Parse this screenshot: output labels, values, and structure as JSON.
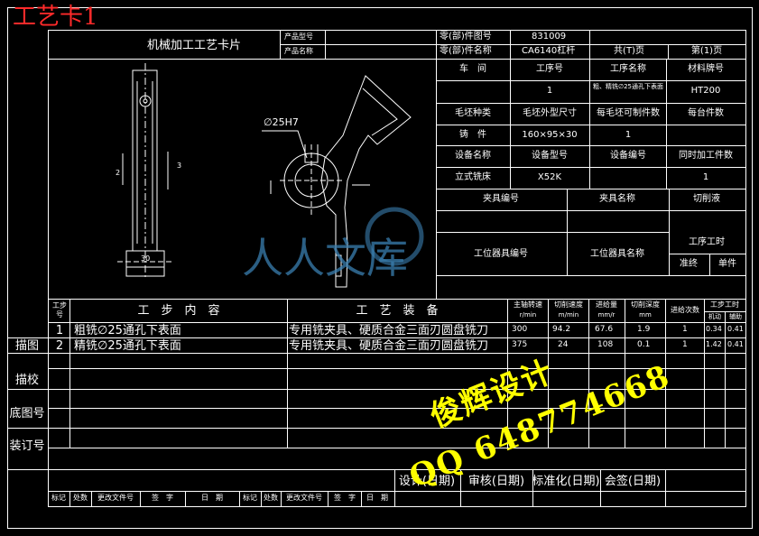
{
  "card_title": "工艺卡1",
  "header": {
    "form_title": "机械加工工艺卡片",
    "product_model_label": "产品型号",
    "product_name_label": "产品名称",
    "part_drawing_no_label": "零(部)件图号",
    "part_drawing_no": "831009",
    "part_name_label": "零(部)件名称",
    "part_name": "CA6140杠杆",
    "total_pages": "共(T)页",
    "page_no": "第(1)页"
  },
  "info": {
    "workshop_label": "车　间",
    "process_no_label": "工序号",
    "process_name_label": "工序名称",
    "material_label": "材料牌号",
    "process_no": "1",
    "process_name": "粗、精铣∅25通孔下表面",
    "material": "HT200",
    "blank_type_label": "毛坯种类",
    "blank_size_label": "毛坯外型尺寸",
    "parts_per_blank_label": "每毛坯可制件数",
    "parts_per_unit_label": "每台件数",
    "blank_type": "铸　件",
    "blank_size": "160×95×30",
    "parts_per_blank": "1",
    "equip_name_label": "设备名称",
    "equip_model_label": "设备型号",
    "equip_no_label": "设备编号",
    "simultaneous_label": "同时加工件数",
    "equip_name": "立式铣床",
    "equip_model": "X52K",
    "simultaneous": "1",
    "fixture_no_label": "夹具编号",
    "fixture_name_label": "夹具名称",
    "coolant_label": "切削液",
    "station_tool_no_label": "工位器具编号",
    "station_tool_name_label": "工位器具名称",
    "process_time_label": "工序工时",
    "prep_label": "准终",
    "unit_label": "单件"
  },
  "drawing": {
    "hole_label": "∅25H7",
    "dim_a": "2",
    "dim_b": "3",
    "dim_c": "30"
  },
  "steps_header": {
    "step_no": "工步号",
    "content": "工　步　内　容",
    "equipment": "工　艺　装　备",
    "spindle": "主轴转速",
    "spindle_unit": "r/min",
    "speed": "切削速度",
    "speed_unit": "m/min",
    "feed": "进给量",
    "feed_unit": "mm/r",
    "depth": "切削深度",
    "depth_unit": "mm",
    "passes": "进给次数",
    "time": "工步工时",
    "time_machine": "机动",
    "time_aux": "辅助"
  },
  "steps": [
    {
      "no": "1",
      "content": "粗铣∅25通孔下表面",
      "equipment": "专用铣夹具、硬质合金三面刃圆盘铣刀",
      "spindle": "300",
      "speed": "94.2",
      "feed": "67.6",
      "depth": "1.9",
      "passes": "1",
      "machine": "0.34",
      "aux": "0.41"
    },
    {
      "no": "2",
      "content": "精铣∅25通孔下表面",
      "equipment": "专用铣夹具、硬质合金三面刃圆盘铣刀",
      "spindle": "375",
      "speed": "24",
      "feed": "108",
      "depth": "0.1",
      "passes": "1",
      "machine": "1.42",
      "aux": "0.41"
    }
  ],
  "side_labels": [
    "描图",
    "描校",
    "底图号",
    "装订号"
  ],
  "signoff": {
    "design": "设计(日期)",
    "review": "审核(日期)",
    "standard": "标准化(日期)",
    "countersign": "会签(日期)"
  },
  "revision_headers": [
    "标记",
    "处数",
    "更改文件号",
    "签　字",
    "日　期",
    "标记",
    "处数",
    "更改文件号",
    "签　字",
    "日　期"
  ],
  "watermark": {
    "line1": "俊辉设计",
    "line2": "QQ 648774668",
    "logo_text": "人人文库"
  }
}
